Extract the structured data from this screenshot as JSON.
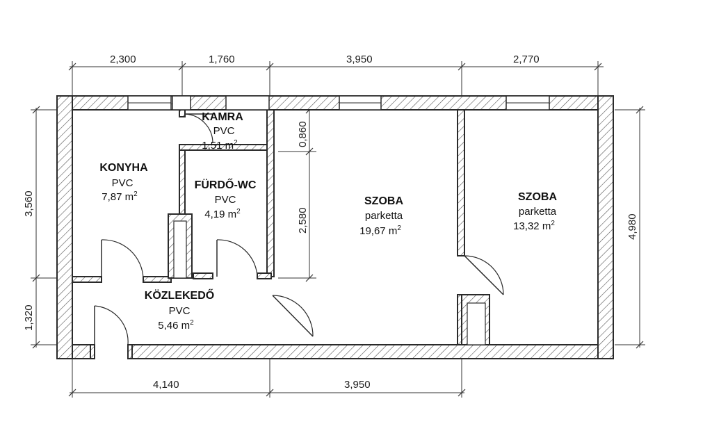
{
  "rooms": {
    "kamra": {
      "name": "KAMRA",
      "floor": "PVC",
      "area": "1,51 m",
      "unit_sup": "2"
    },
    "konyha": {
      "name": "KONYHA",
      "floor": "PVC",
      "area": "7,87 m",
      "unit_sup": "2"
    },
    "furdo": {
      "name": "FÜRDŐ-WC",
      "floor": "PVC",
      "area": "4,19 m",
      "unit_sup": "2"
    },
    "szoba1": {
      "name": "SZOBA",
      "floor": "parketta",
      "area": "19,67 m",
      "unit_sup": "2"
    },
    "szoba2": {
      "name": "SZOBA",
      "floor": "parketta",
      "area": "13,32 m",
      "unit_sup": "2"
    },
    "kozlekedo": {
      "name": "KÖZLEKEDŐ",
      "floor": "PVC",
      "area": "5,46 m",
      "unit_sup": "2"
    }
  },
  "dimensions": {
    "top": [
      "2,300",
      "1,760",
      "3,950",
      "2,770"
    ],
    "bottom": [
      "4,140",
      "3,950"
    ],
    "left": [
      "3,560",
      "1,320"
    ],
    "right": "4,980",
    "inner_top": "0,860",
    "inner": "2,580"
  }
}
